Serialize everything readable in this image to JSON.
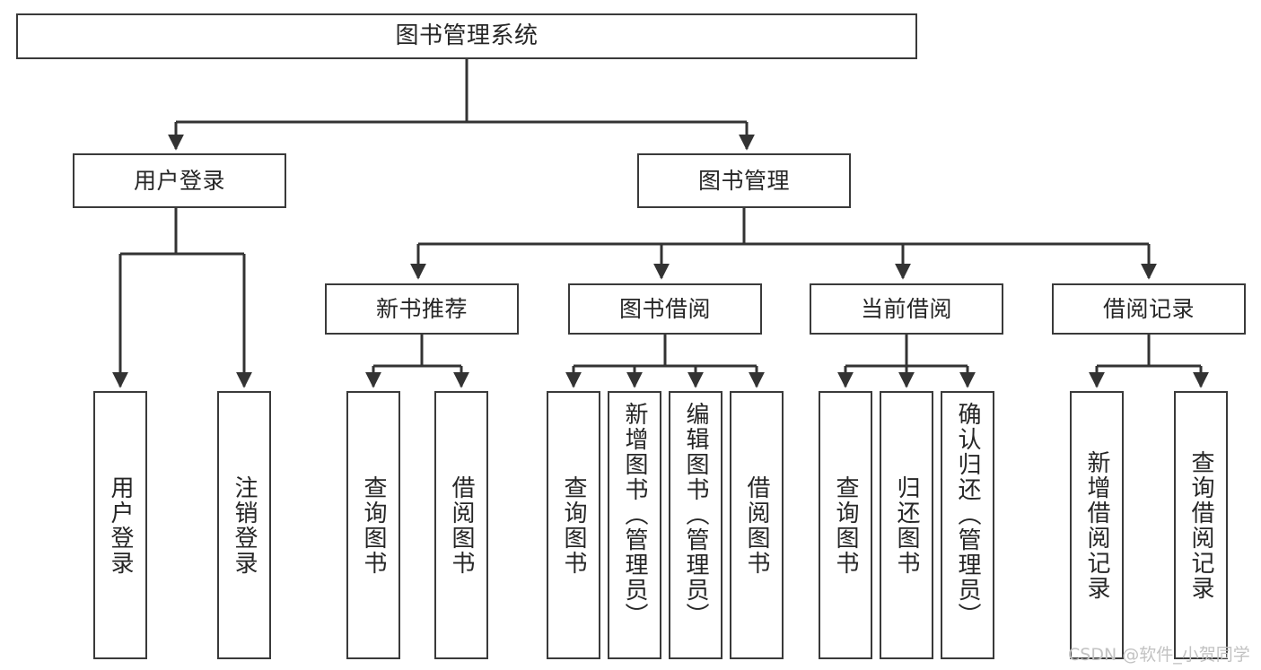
{
  "diagram": {
    "title": "图书管理系统",
    "type": "tree-hierarchy",
    "theme": {
      "background": "#ffffff",
      "box_border": "#3a3a3a",
      "box_fill": "#ffffff",
      "edge_color": "#333333",
      "text_color": "#262626",
      "watermark_color": "#c2c2c2"
    },
    "root": {
      "label": "图书管理系统"
    },
    "level2": [
      {
        "label": "用户登录"
      },
      {
        "label": "图书管理"
      }
    ],
    "level3": [
      {
        "label": "新书推荐"
      },
      {
        "label": "图书借阅"
      },
      {
        "label": "当前借阅"
      },
      {
        "label": "借阅记录"
      }
    ],
    "leaves": {
      "user_login": [
        {
          "label": "用户登录"
        },
        {
          "label": "注销登录"
        }
      ],
      "new_book_recommend": [
        {
          "label": "查询图书"
        },
        {
          "label": "借阅图书"
        }
      ],
      "book_borrow": [
        {
          "label": "查询图书"
        },
        {
          "label": "新增图书（管理员）"
        },
        {
          "label": "编辑图书（管理员）"
        },
        {
          "label": "借阅图书"
        }
      ],
      "current_borrow": [
        {
          "label": "查询图书"
        },
        {
          "label": "归还图书"
        },
        {
          "label": "确认归还（管理员）"
        }
      ],
      "borrow_records": [
        {
          "label": "新增借阅记录"
        },
        {
          "label": "查询借阅记录"
        }
      ]
    },
    "watermark": "CSDN @软件_小贺同学"
  }
}
